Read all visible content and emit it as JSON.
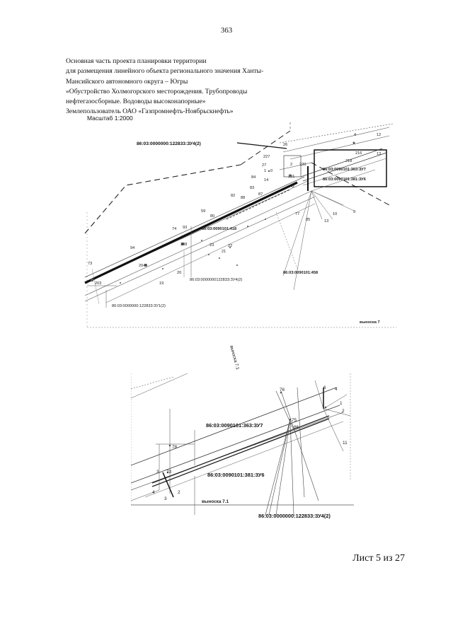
{
  "page": {
    "number": "363"
  },
  "header": {
    "lines": [
      "Основная часть проекта планировки территории",
      "для размещения линейного объекта регионального значения Ханты-",
      "Мансийского автономного округа – Югры",
      "«Обустройство Холмогорского месторождения. Трубопроводы",
      "нефтегазосборные. Водоводы высоконапорные»",
      "Землепользователь ОАО «Газпромнефть-Ноябрьскнефть»"
    ]
  },
  "map1": {
    "scale_label": "Масштаб 1:2000",
    "parcel_labels": {
      "zu4_top": "86:03:0000000:122833:ЗУ4(2)",
      "zu7": "86:03:0090101:363:ЗУ7",
      "zu6": "86:03:0090101:381:ЗУ6",
      "p418": "86:03:0090101:418",
      "zu4_mid": "86:03:0000000122833:ЗУ4(2)",
      "p458": "86:03:0090101:458",
      "zu1": "86:03:0000000:122833:ЗУ1(2)"
    },
    "callout_label": "выноска 7",
    "callout_diag": "выноска 7.1",
    "points": {
      "p4": "4",
      "p12": "12",
      "p26": "26",
      "p13": "13",
      "p216": "216",
      "p218": "218",
      "p227": "227",
      "p2": "2",
      "p220": "220",
      "p27": "27",
      "p1": "1",
      "p0": "0",
      "p221": "221",
      "p84": "84",
      "p14": "14",
      "p83": "83",
      "p87": "87",
      "p82": "82",
      "p88": "88",
      "p42": "42",
      "p77": "77",
      "p10": "10",
      "p9": "9",
      "p85": "85",
      "p13b": "13",
      "p80": "80",
      "p59": "59",
      "p74": "74",
      "p93": "93",
      "p208": "208",
      "p23": "23",
      "p22": "22",
      "p21": "21",
      "p94": "94",
      "p73": "73",
      "p204": "204",
      "p203": "203",
      "p20": "20",
      "p19": "19"
    }
  },
  "map2": {
    "zu7": "86:03:0090101:363:ЗУ7",
    "zu6": "86:03:0090101:381:ЗУ6",
    "callout_label": "выноска 7.1",
    "bottom_label": "86:03:0000000:122833:ЗУ4(2)",
    "points": {
      "p76": "76",
      "p6": "6",
      "p4": "4",
      "p1": "1",
      "p2": "2",
      "p75": "75",
      "p86": "86",
      "p11": "11",
      "p78": "78",
      "p3": "3",
      "p73": "73",
      "p4b": "4",
      "p2b": "2",
      "p3b": "3"
    }
  },
  "footer": {
    "sheet": "Лист 5 из 27"
  }
}
